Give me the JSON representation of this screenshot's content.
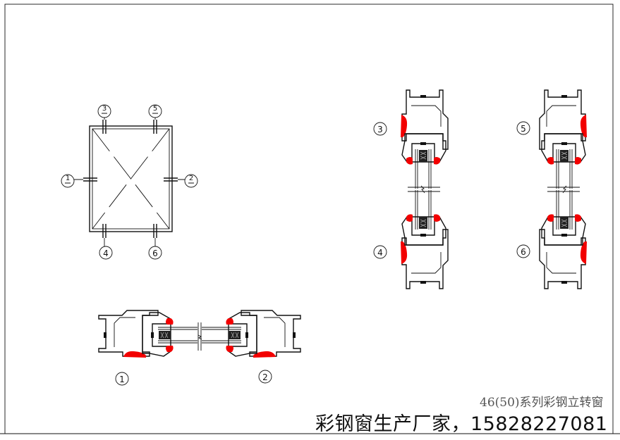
{
  "drawing": {
    "elevation_labels": [
      "1",
      "2",
      "3",
      "4",
      "5",
      "6"
    ],
    "section_labels": {
      "s1": "1",
      "s2": "2",
      "s3": "3",
      "s4": "4",
      "s5": "5",
      "s6": "6"
    }
  },
  "subtitle": "46(50)系列彩钢立转窗",
  "watermark": "彩钢窗生产厂家，15828227081",
  "colors": {
    "gasket": "#f20000",
    "line": "#111111"
  }
}
